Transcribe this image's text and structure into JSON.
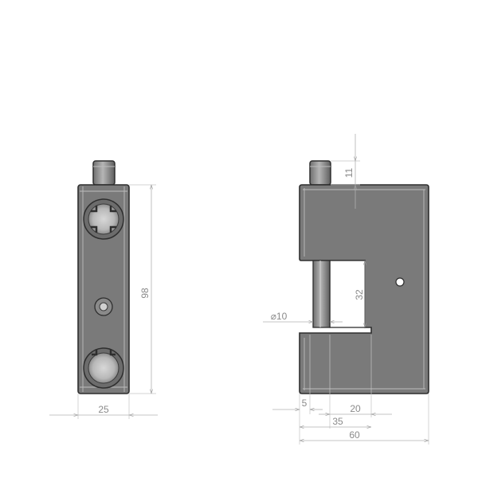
{
  "drawing": {
    "left_view": {
      "width_label": "25",
      "height_label": "98"
    },
    "right_view": {
      "pin_height_label": "11",
      "opening_height_label": "32",
      "pin_diameter_label": "⌀10",
      "offset_label": "5",
      "opening_width_label": "20",
      "opening_edge_label": "35",
      "total_width_label": "60"
    }
  }
}
